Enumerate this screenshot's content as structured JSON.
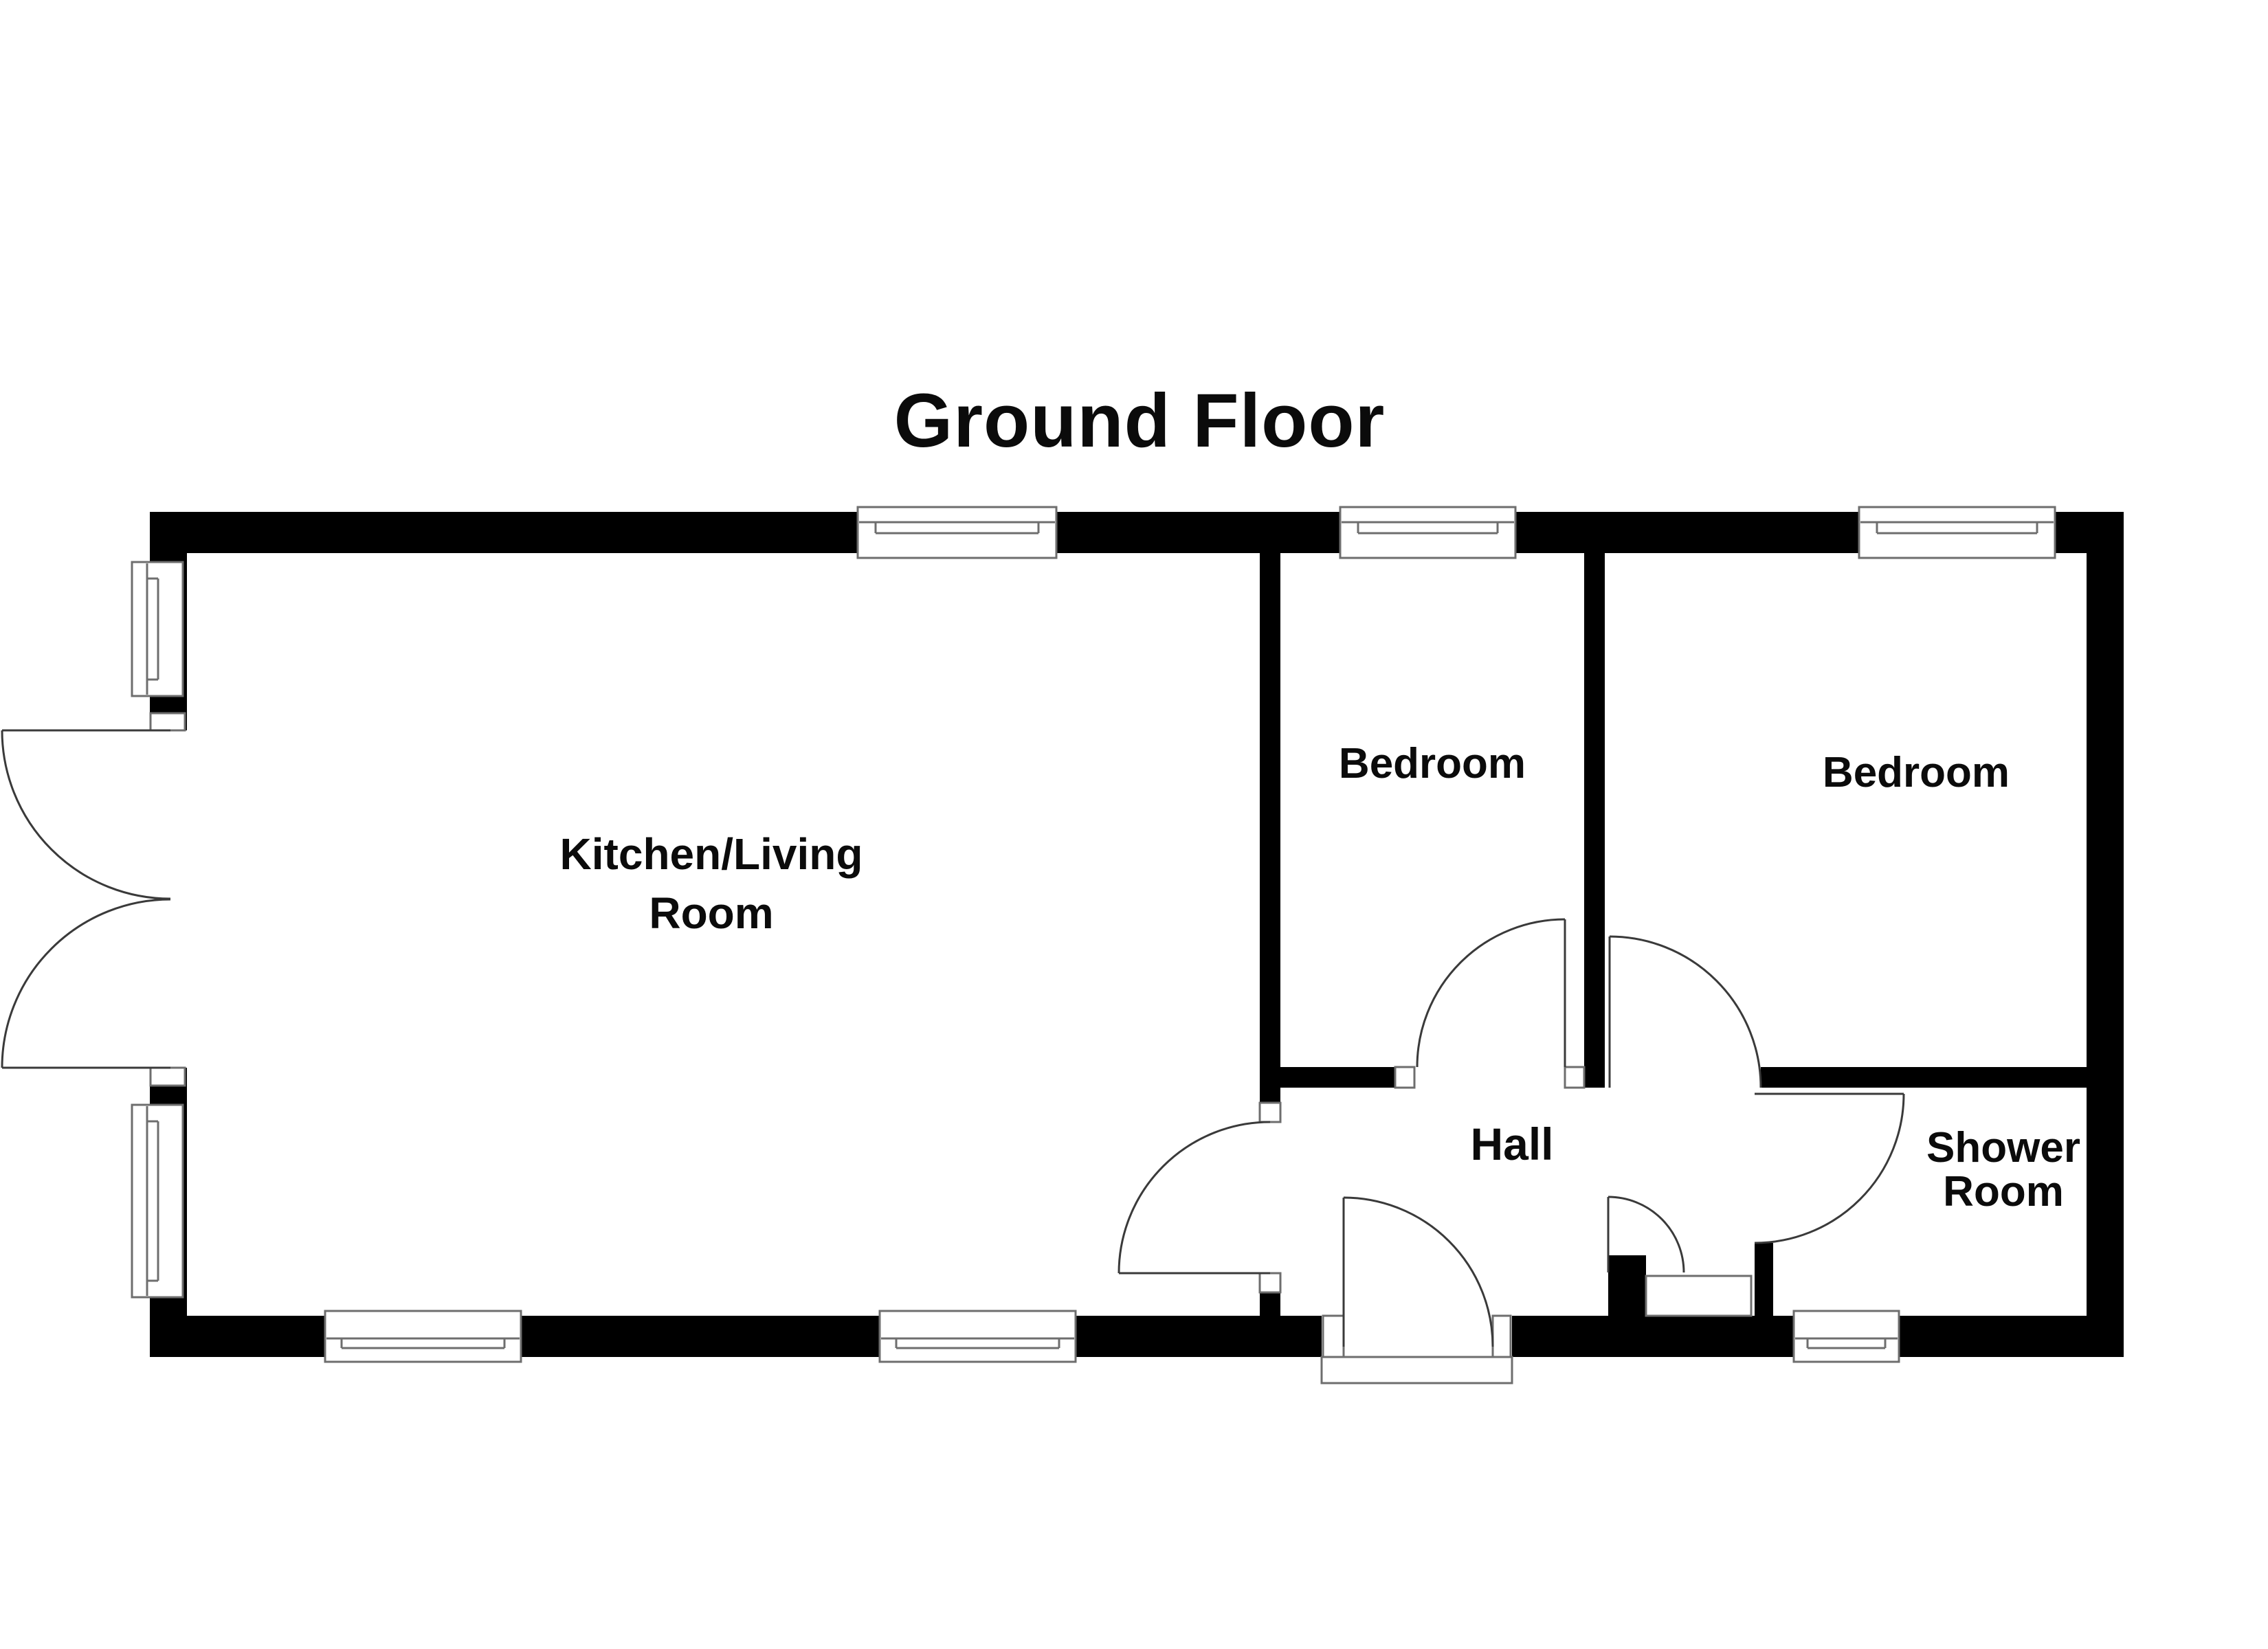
{
  "title": "Ground Floor",
  "rooms": {
    "kitchen_living": {
      "label_line1": "Kitchen/Living",
      "label_line2": "Room"
    },
    "bedroom_1": {
      "label": "Bedroom"
    },
    "bedroom_2": {
      "label": "Bedroom"
    },
    "hall": {
      "label": "Hall"
    },
    "shower_room": {
      "label_line1": "Shower",
      "label_line2": "Room"
    }
  },
  "colors": {
    "background": "#ffffff",
    "wall": "#000000",
    "frame_line": "#6e6e6e",
    "door_line": "#3a3a3a",
    "text": "#0b0b0b"
  }
}
